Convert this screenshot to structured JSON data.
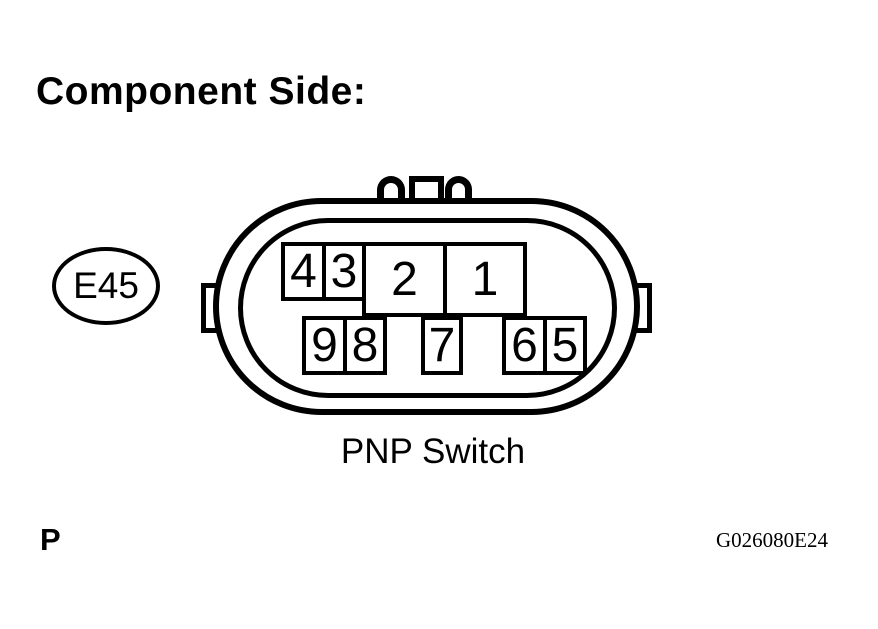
{
  "title": "Component Side:",
  "connector": {
    "id_label": "E45",
    "name": "PNP Switch",
    "pins": {
      "top_row": [
        "4",
        "3",
        "2",
        "1"
      ],
      "bottom_row": [
        "9",
        "8",
        "7",
        "6",
        "5"
      ]
    }
  },
  "footer": {
    "left_label": "P",
    "right_label": "G026080E24"
  },
  "colors": {
    "line": "#000000",
    "background": "#ffffff"
  }
}
